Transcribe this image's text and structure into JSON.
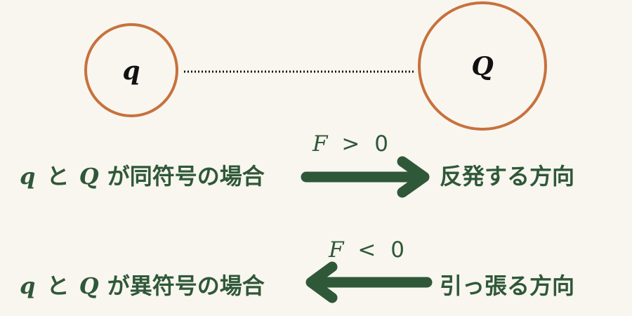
{
  "charges": {
    "small": "q",
    "large": "Q"
  },
  "same_sign": {
    "q": "q",
    "to": "と",
    "Q": "Q",
    "condition": "が同符号の場合",
    "force_var": "F",
    "force_op": ">",
    "force_num": "0",
    "result": "反発する方向"
  },
  "opposite_sign": {
    "q": "q",
    "to": "と",
    "Q": "Q",
    "condition": "が異符号の場合",
    "force_var": "F",
    "force_op": "<",
    "force_num": "0",
    "result": "引っ張る方向"
  },
  "colors": {
    "background": "#f8f6ef",
    "circle_stroke": "#c8713d",
    "green": "#2f5838",
    "dark_text": "#111111"
  }
}
